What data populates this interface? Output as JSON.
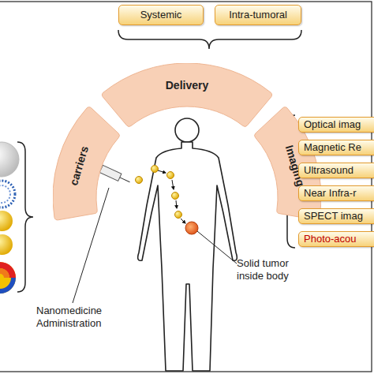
{
  "diagram": {
    "nodes": [
      {
        "text": [
          "Systemic"
        ]
      },
      {
        "text": [
          "Intra-tumoral"
        ]
      },
      {
        "text": [
          "Delivery"
        ]
      },
      {
        "text": [
          "carriers"
        ]
      },
      {
        "text": [
          "Imaging"
        ]
      },
      {
        "text": [
          "Optical imag"
        ]
      },
      {
        "text": [
          "Magnetic Re"
        ]
      },
      {
        "text": [
          "Ultrasound"
        ]
      },
      {
        "text": [
          "Near Infra-r"
        ]
      },
      {
        "text": [
          "SPECT imag"
        ]
      },
      {
        "text": [
          "Photo-acou"
        ]
      }
    ],
    "labels": [
      "Nanomedicine Administration",
      "Solid tumor inside body"
    ]
  }
}
